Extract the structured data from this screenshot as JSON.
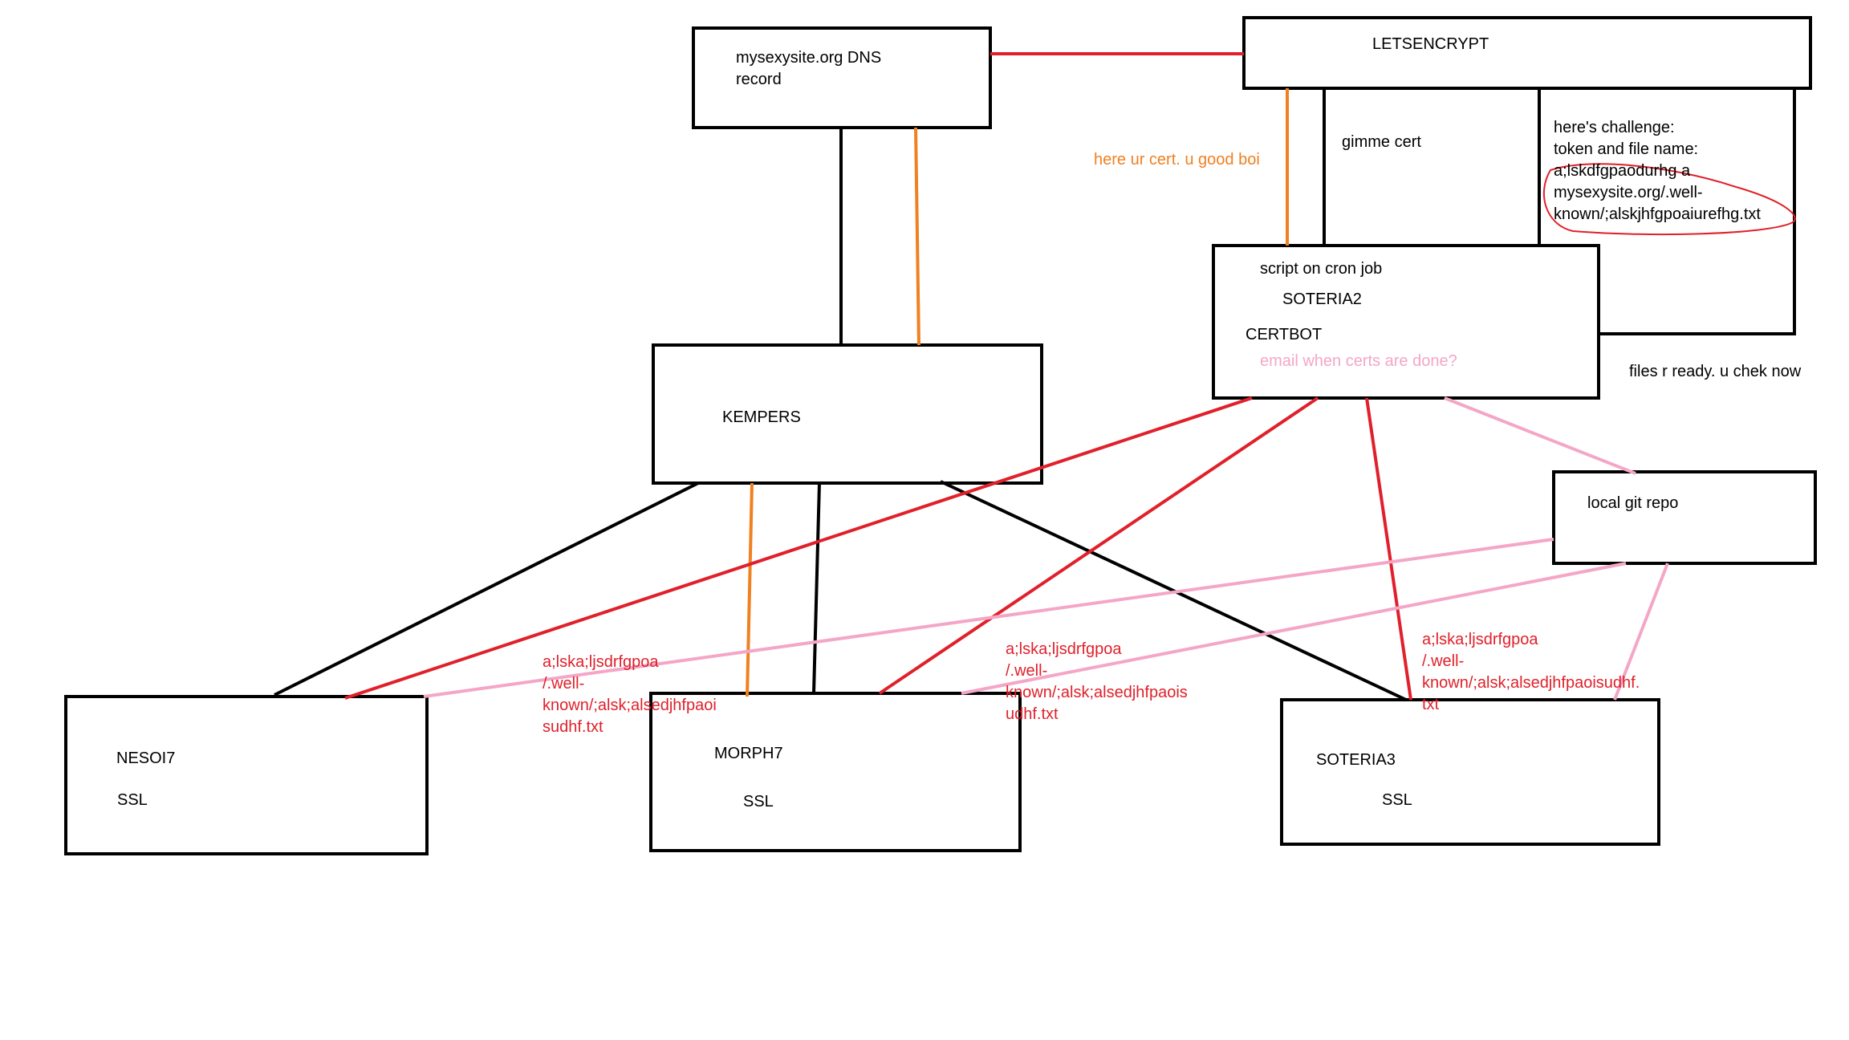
{
  "colors": {
    "box_stroke": "#000000",
    "red_line": "#e0202a",
    "orange_line": "#f08020",
    "pink_line": "#f4a6c6"
  },
  "boxes": {
    "dns": {
      "line1": "mysexysite.org DNS",
      "line2": "record"
    },
    "letsencrypt": {
      "title": "LETSENCRYPT"
    },
    "gimme_cert": {
      "text": "gimme cert"
    },
    "challenge": {
      "line1": "here's challenge:",
      "line2": "token and file name:",
      "line3": "a;lskdfgpaodurhg a",
      "line4": "mysexysite.org/.well-",
      "line5": "known/;alskjhfgpoaiurefhg.txt"
    },
    "soteria2": {
      "cron": "script on cron job",
      "name": "SOTERIA2",
      "certbot": "CERTBOT",
      "email": "email when certs are done?"
    },
    "kempers": {
      "name": "KEMPERS"
    },
    "git_repo": {
      "name": "local git repo"
    },
    "nesoi7": {
      "name": "NESOI7",
      "ssl": "SSL"
    },
    "morph7": {
      "name": "MORPH7",
      "ssl": "SSL"
    },
    "soteria3": {
      "name": "SOTERIA3",
      "ssl": "SSL"
    }
  },
  "notes": {
    "cert_reply": "here ur cert. u good boi",
    "files_ready": "files r ready. u chek now",
    "file_nesoi": [
      "a;lska;ljsdrfgpoa",
      "/.well-",
      "known/;alsk;alsedjhfpaoi",
      "sudhf.txt"
    ],
    "file_morph": [
      "a;lska;ljsdrfgpoa",
      "/.well-",
      "known/;alsk;alsedjhfpaois",
      "udhf.txt"
    ],
    "file_soteria3": [
      "a;lska;ljsdrfgpoa",
      "/.well-",
      "known/;alsk;alsedjhfpaoisudhf.",
      "txt"
    ]
  }
}
